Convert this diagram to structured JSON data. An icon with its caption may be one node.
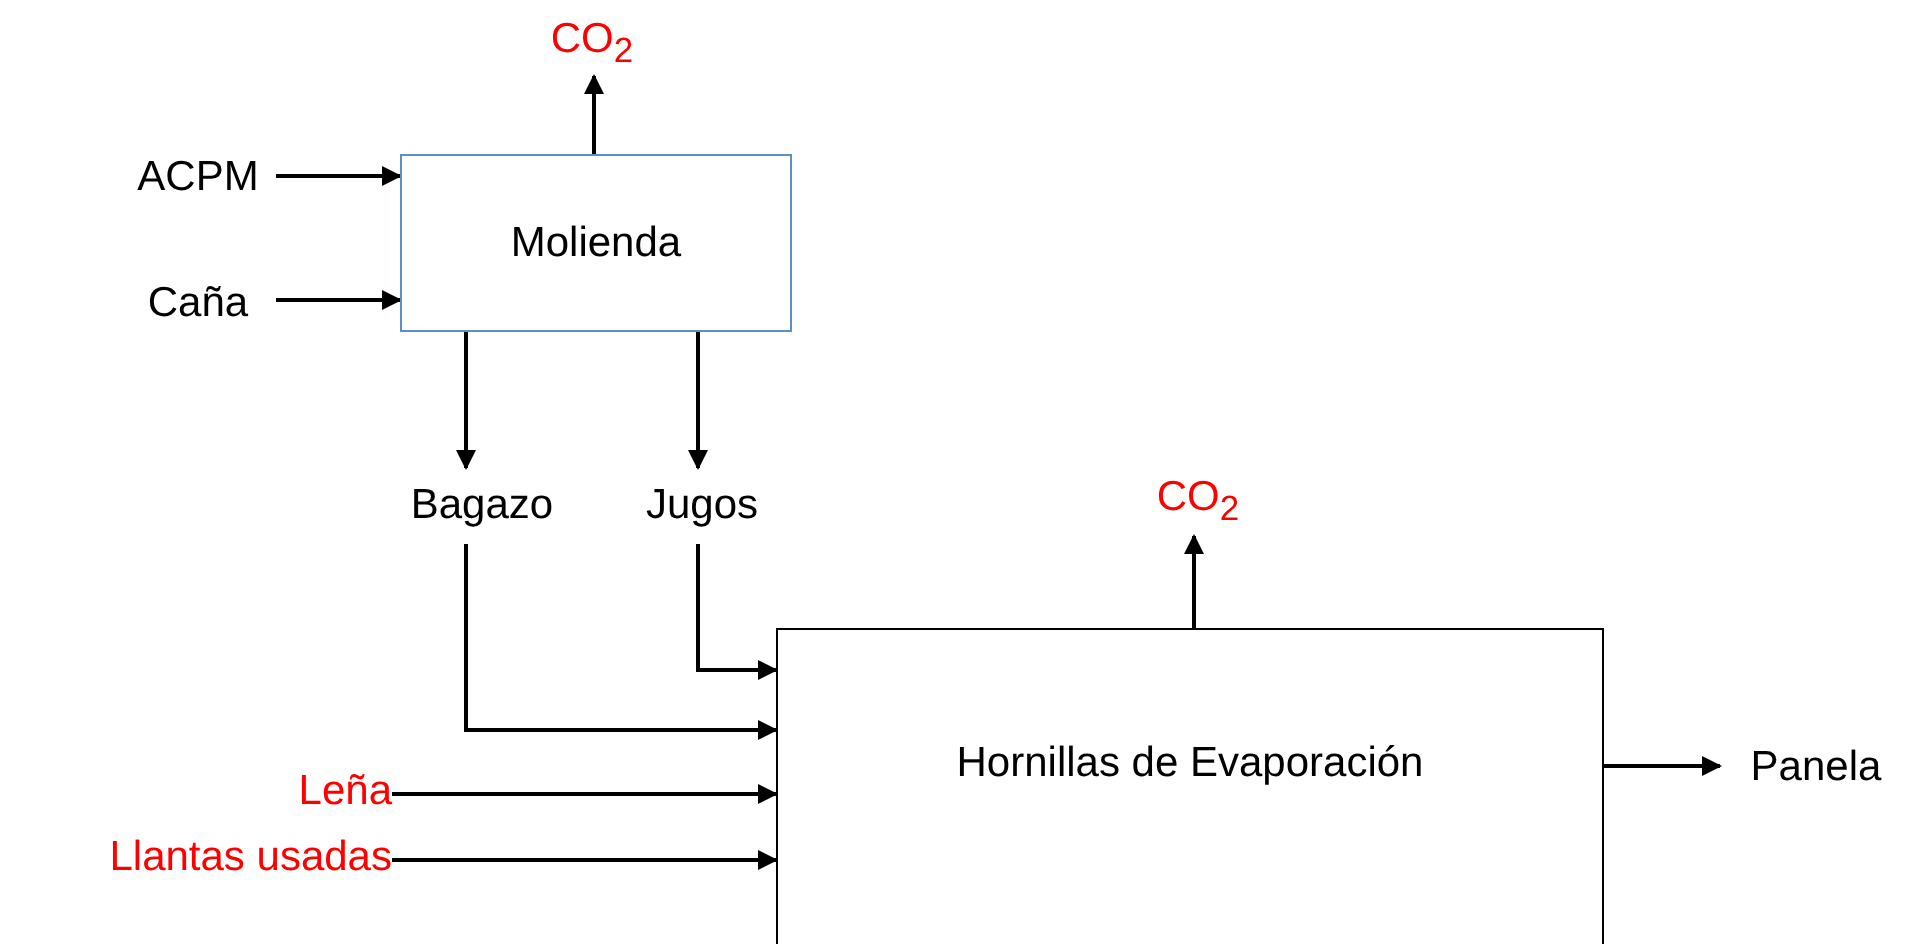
{
  "diagram": {
    "nodes": [
      {
        "text": [
          "Molienda"
        ]
      },
      {
        "text": [
          "ACPM"
        ]
      },
      {
        "text": [
          "Caña"
        ]
      },
      {
        "text": [
          "CO$_{2}$"
        ]
      },
      {
        "text": [
          "Bagazo"
        ]
      },
      {
        "text": [
          "Jugos"
        ]
      },
      {
        "text": [
          "Hornillas de Evaporación"
        ]
      },
      {
        "text": [
          "CO$_{2}$"
        ]
      },
      {
        "text": [
          "Leña"
        ]
      },
      {
        "text": [
          "Llantas usadas"
        ]
      },
      {
        "text": [
          "Panela"
        ]
      }
    ],
    "edges": [
      {
        "from": 1,
        "to": 0,
        "arrow": "to"
      },
      {
        "from": 2,
        "to": 0,
        "arrow": "to"
      },
      {
        "from": 0,
        "to": 3,
        "arrow": "to"
      },
      {
        "from": 0,
        "to": 4,
        "arrow": "to"
      },
      {
        "from": 0,
        "to": 5,
        "arrow": "to"
      },
      {
        "from": 6,
        "to": 7,
        "arrow": "to"
      },
      {
        "from": 5,
        "to": 6,
        "arrow": "to"
      },
      {
        "from": 4,
        "to": 6,
        "arrow": "to"
      },
      {
        "from": 8,
        "to": 6,
        "arrow": "to"
      },
      {
        "from": 9,
        "to": 6,
        "arrow": "to"
      },
      {
        "from": 6,
        "to": 10,
        "arrow": "to"
      }
    ]
  }
}
